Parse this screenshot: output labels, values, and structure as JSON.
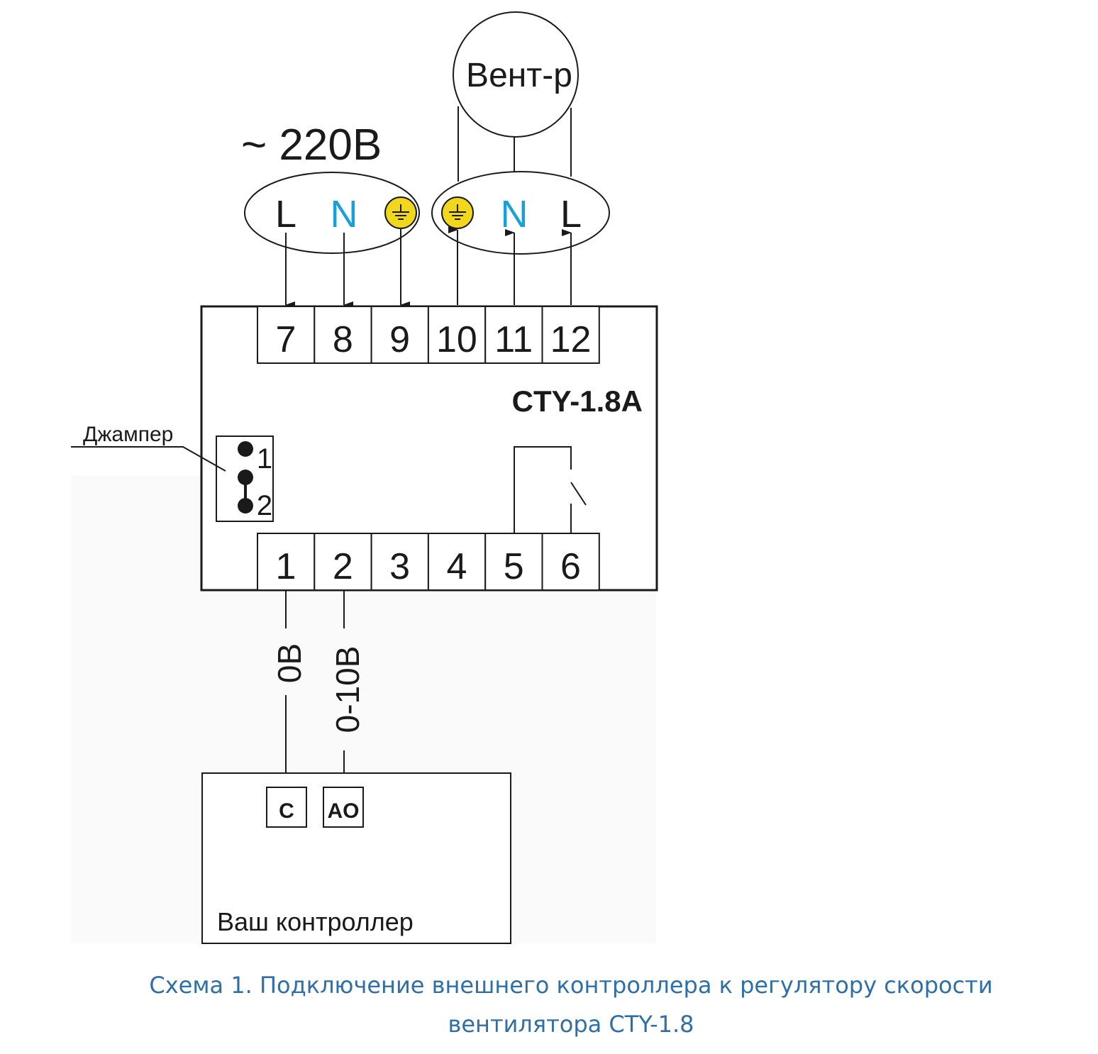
{
  "fan_label": "Вент-р",
  "supply_label": "~ 220В",
  "input_terminals": [
    "L",
    "N"
  ],
  "output_terminals": [
    "N",
    "L"
  ],
  "top_terminal_numbers": [
    "7",
    "8",
    "9",
    "10",
    "11",
    "12"
  ],
  "bottom_terminal_numbers": [
    "1",
    "2",
    "3",
    "4",
    "5",
    "6"
  ],
  "device_model": "CTY-1.8A",
  "jumper_label": "Джампер",
  "jumper_pins": [
    "1",
    "2"
  ],
  "wire_labels": [
    "0В",
    "0-10В"
  ],
  "controller_ports": [
    "C",
    "AO"
  ],
  "controller_label": "Ваш контроллер",
  "caption": [
    "Схема 1. Подключение внешнего контроллера к регулятору скорости",
    "вентилятора CTY-1.8"
  ],
  "colors": {
    "neutral": "#1aa0d8",
    "ground": "#f2d81c",
    "caption": "#2f6fa8"
  }
}
